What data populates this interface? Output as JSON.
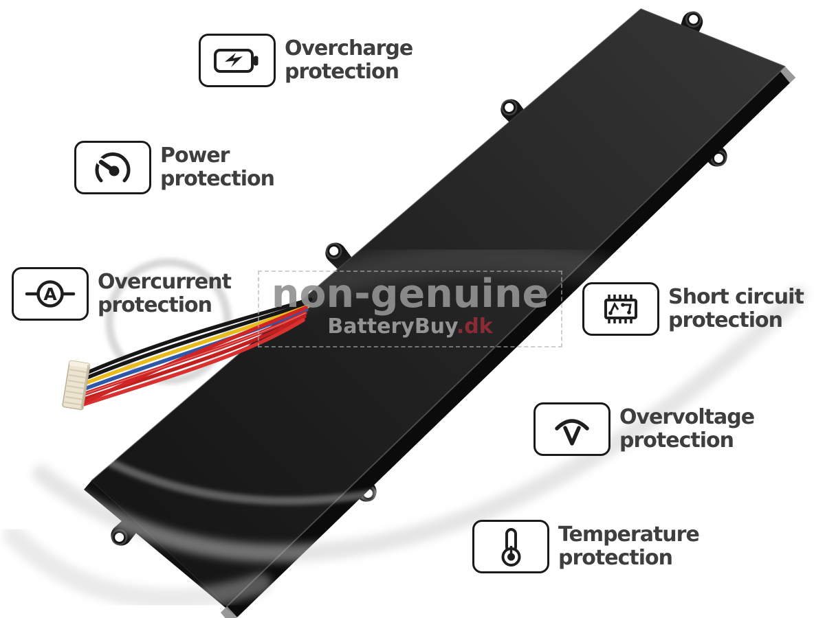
{
  "features": [
    {
      "icon": "battery-charge-icon",
      "line1": "Overcharge",
      "line2": "protection"
    },
    {
      "icon": "power-gauge-icon",
      "line1": "Power",
      "line2": "protection"
    },
    {
      "icon": "ammeter-icon",
      "line1": "Overcurrent",
      "line2": "protection"
    },
    {
      "icon": "circuit-board-chip-icon",
      "line1": "Short circuit",
      "line2": "protection"
    },
    {
      "icon": "voltage-arc-icon",
      "line1": "Overvoltage",
      "line2": "protection"
    },
    {
      "icon": "thermometer-icon",
      "line1": "Temperature",
      "line2": "protection"
    }
  ],
  "ammeter_symbol": "A",
  "watermark": {
    "line1": "non-genuine",
    "brand": "BatteryBuy",
    "tld": ".dk"
  },
  "colors": {
    "background": "#ffffff",
    "label_text": "#3e3e3e",
    "card_border": "#191919",
    "watermark_gray": "#8f8f8f",
    "watermark_red": "#96303a",
    "battery_body": "#222222",
    "wire_black": "#161616",
    "wire_yellow": "#e8bb1c",
    "wire_blue": "#2d57a9",
    "wire_red": "#cf2525",
    "connector_beige": "#ece3d0"
  }
}
